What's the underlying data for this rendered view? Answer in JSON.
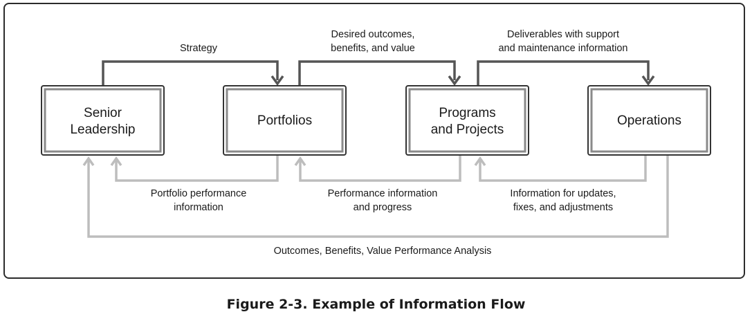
{
  "colors": {
    "forward_arrow": "#555555",
    "feedback_arrow": "#bdbdbd",
    "box_border": "#333333"
  },
  "nodes": [
    {
      "id": "senior-leadership",
      "lines": [
        "Senior",
        "Leadership"
      ]
    },
    {
      "id": "portfolios",
      "lines": [
        "Portfolios"
      ]
    },
    {
      "id": "programs-projects",
      "lines": [
        "Programs",
        "and Projects"
      ]
    },
    {
      "id": "operations",
      "lines": [
        "Operations"
      ]
    }
  ],
  "flows": {
    "strategy": [
      "Strategy"
    ],
    "desired_outcomes": [
      "Desired outcomes,",
      "benefits, and value"
    ],
    "deliverables": [
      "Deliverables with support",
      "and maintenance information"
    ],
    "portfolio_performance": [
      "Portfolio performance",
      "information"
    ],
    "performance_progress": [
      "Performance information",
      "and progress"
    ],
    "updates_fixes": [
      "Information for updates,",
      "fixes, and adjustments"
    ],
    "outcomes_analysis": [
      "Outcomes, Benefits, Value Performance Analysis"
    ]
  },
  "caption": "Figure 2-3. Example of Information Flow"
}
